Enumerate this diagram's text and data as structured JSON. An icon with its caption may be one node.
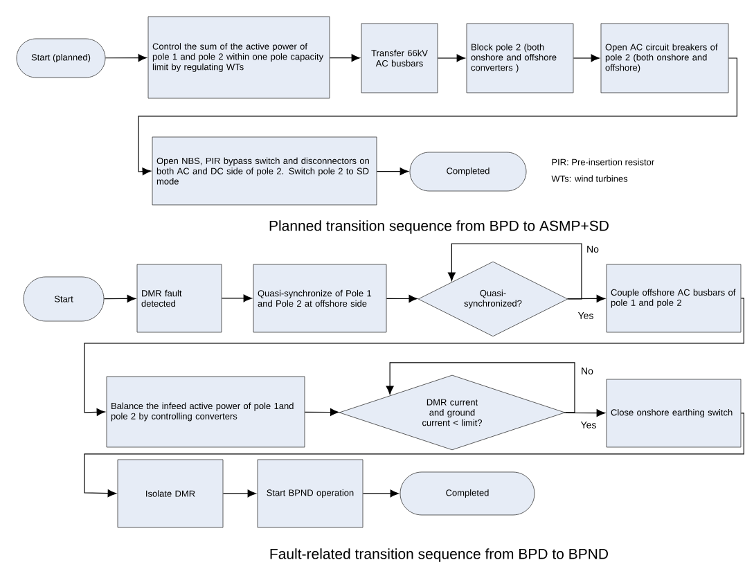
{
  "diagram": {
    "nodes": [
      {
        "text": [
          "Start (planned)"
        ]
      },
      {
        "text": [
          "Control the sum of the active power of pole 1 and pole 2 within one pole capacity limit by regulating WTs"
        ]
      },
      {
        "text": [
          "Transfer 66kV AC busbars"
        ]
      },
      {
        "text": [
          "Block pole 2 (both onshore and offshore converters )"
        ]
      },
      {
        "text": [
          "Open AC circuit breakers of pole 2 (both onshore and offshore)"
        ]
      },
      {
        "text": [
          "Open NBS, PIR bypass switch and disconnectors on both AC and DC side of pole 2. Switch pole 2 to SD mode"
        ]
      },
      {
        "text": [
          "Completed"
        ]
      },
      {
        "text": [
          "Start"
        ]
      },
      {
        "text": [
          "DMR fault detected"
        ]
      },
      {
        "text": [
          "Quasi-synchronize of Pole 1 and Pole 2 at offshore side"
        ]
      },
      {
        "text": [
          "Quasi-synchronized?"
        ]
      },
      {
        "text": [
          "Couple offshore AC busbars of pole 1 and pole 2"
        ]
      },
      {
        "text": [
          "Balance the infeed active power of pole 1and pole 2 by controlling converters"
        ]
      },
      {
        "text": [
          "DMR current and ground current < limit?"
        ]
      },
      {
        "text": [
          "Close onshore earthing switch"
        ]
      },
      {
        "text": [
          "Isolate DMR"
        ]
      },
      {
        "text": [
          "Start BPND operation"
        ]
      },
      {
        "text": [
          "Completed"
        ]
      }
    ],
    "edges": [
      {
        "from": 0,
        "to": 1,
        "arrow": "to"
      },
      {
        "from": 1,
        "to": 2,
        "arrow": "to"
      },
      {
        "from": 2,
        "to": 3,
        "arrow": "to"
      },
      {
        "from": 3,
        "to": 4,
        "arrow": "to"
      },
      {
        "from": 4,
        "to": 5,
        "arrow": "to"
      },
      {
        "from": 5,
        "to": 6,
        "arrow": "to"
      },
      {
        "from": 7,
        "to": 8,
        "arrow": "to"
      },
      {
        "from": 8,
        "to": 9,
        "arrow": "to"
      },
      {
        "from": 9,
        "to": 10,
        "arrow": "to"
      },
      {
        "from": 10,
        "to": 11,
        "arrow": "to",
        "label": "Yes"
      },
      {
        "from": 10,
        "to": 10,
        "arrow": "to",
        "label": "No"
      },
      {
        "from": 11,
        "to": 12,
        "arrow": "to"
      },
      {
        "from": 12,
        "to": 13,
        "arrow": "to"
      },
      {
        "from": 13,
        "to": 14,
        "arrow": "to",
        "label": "Yes"
      },
      {
        "from": 13,
        "to": 13,
        "arrow": "to",
        "label": "No"
      },
      {
        "from": 14,
        "to": 15,
        "arrow": "to"
      },
      {
        "from": 15,
        "to": 16,
        "arrow": "to"
      },
      {
        "from": 16,
        "to": 17,
        "arrow": "to"
      }
    ],
    "labels": [
      "PIR: Pre-insertion resistor",
      "WTs: wind turbines",
      "Planned transition sequence from BPD to ASMP+SD",
      "Fault-related transition sequence from BPD to BPND"
    ]
  }
}
